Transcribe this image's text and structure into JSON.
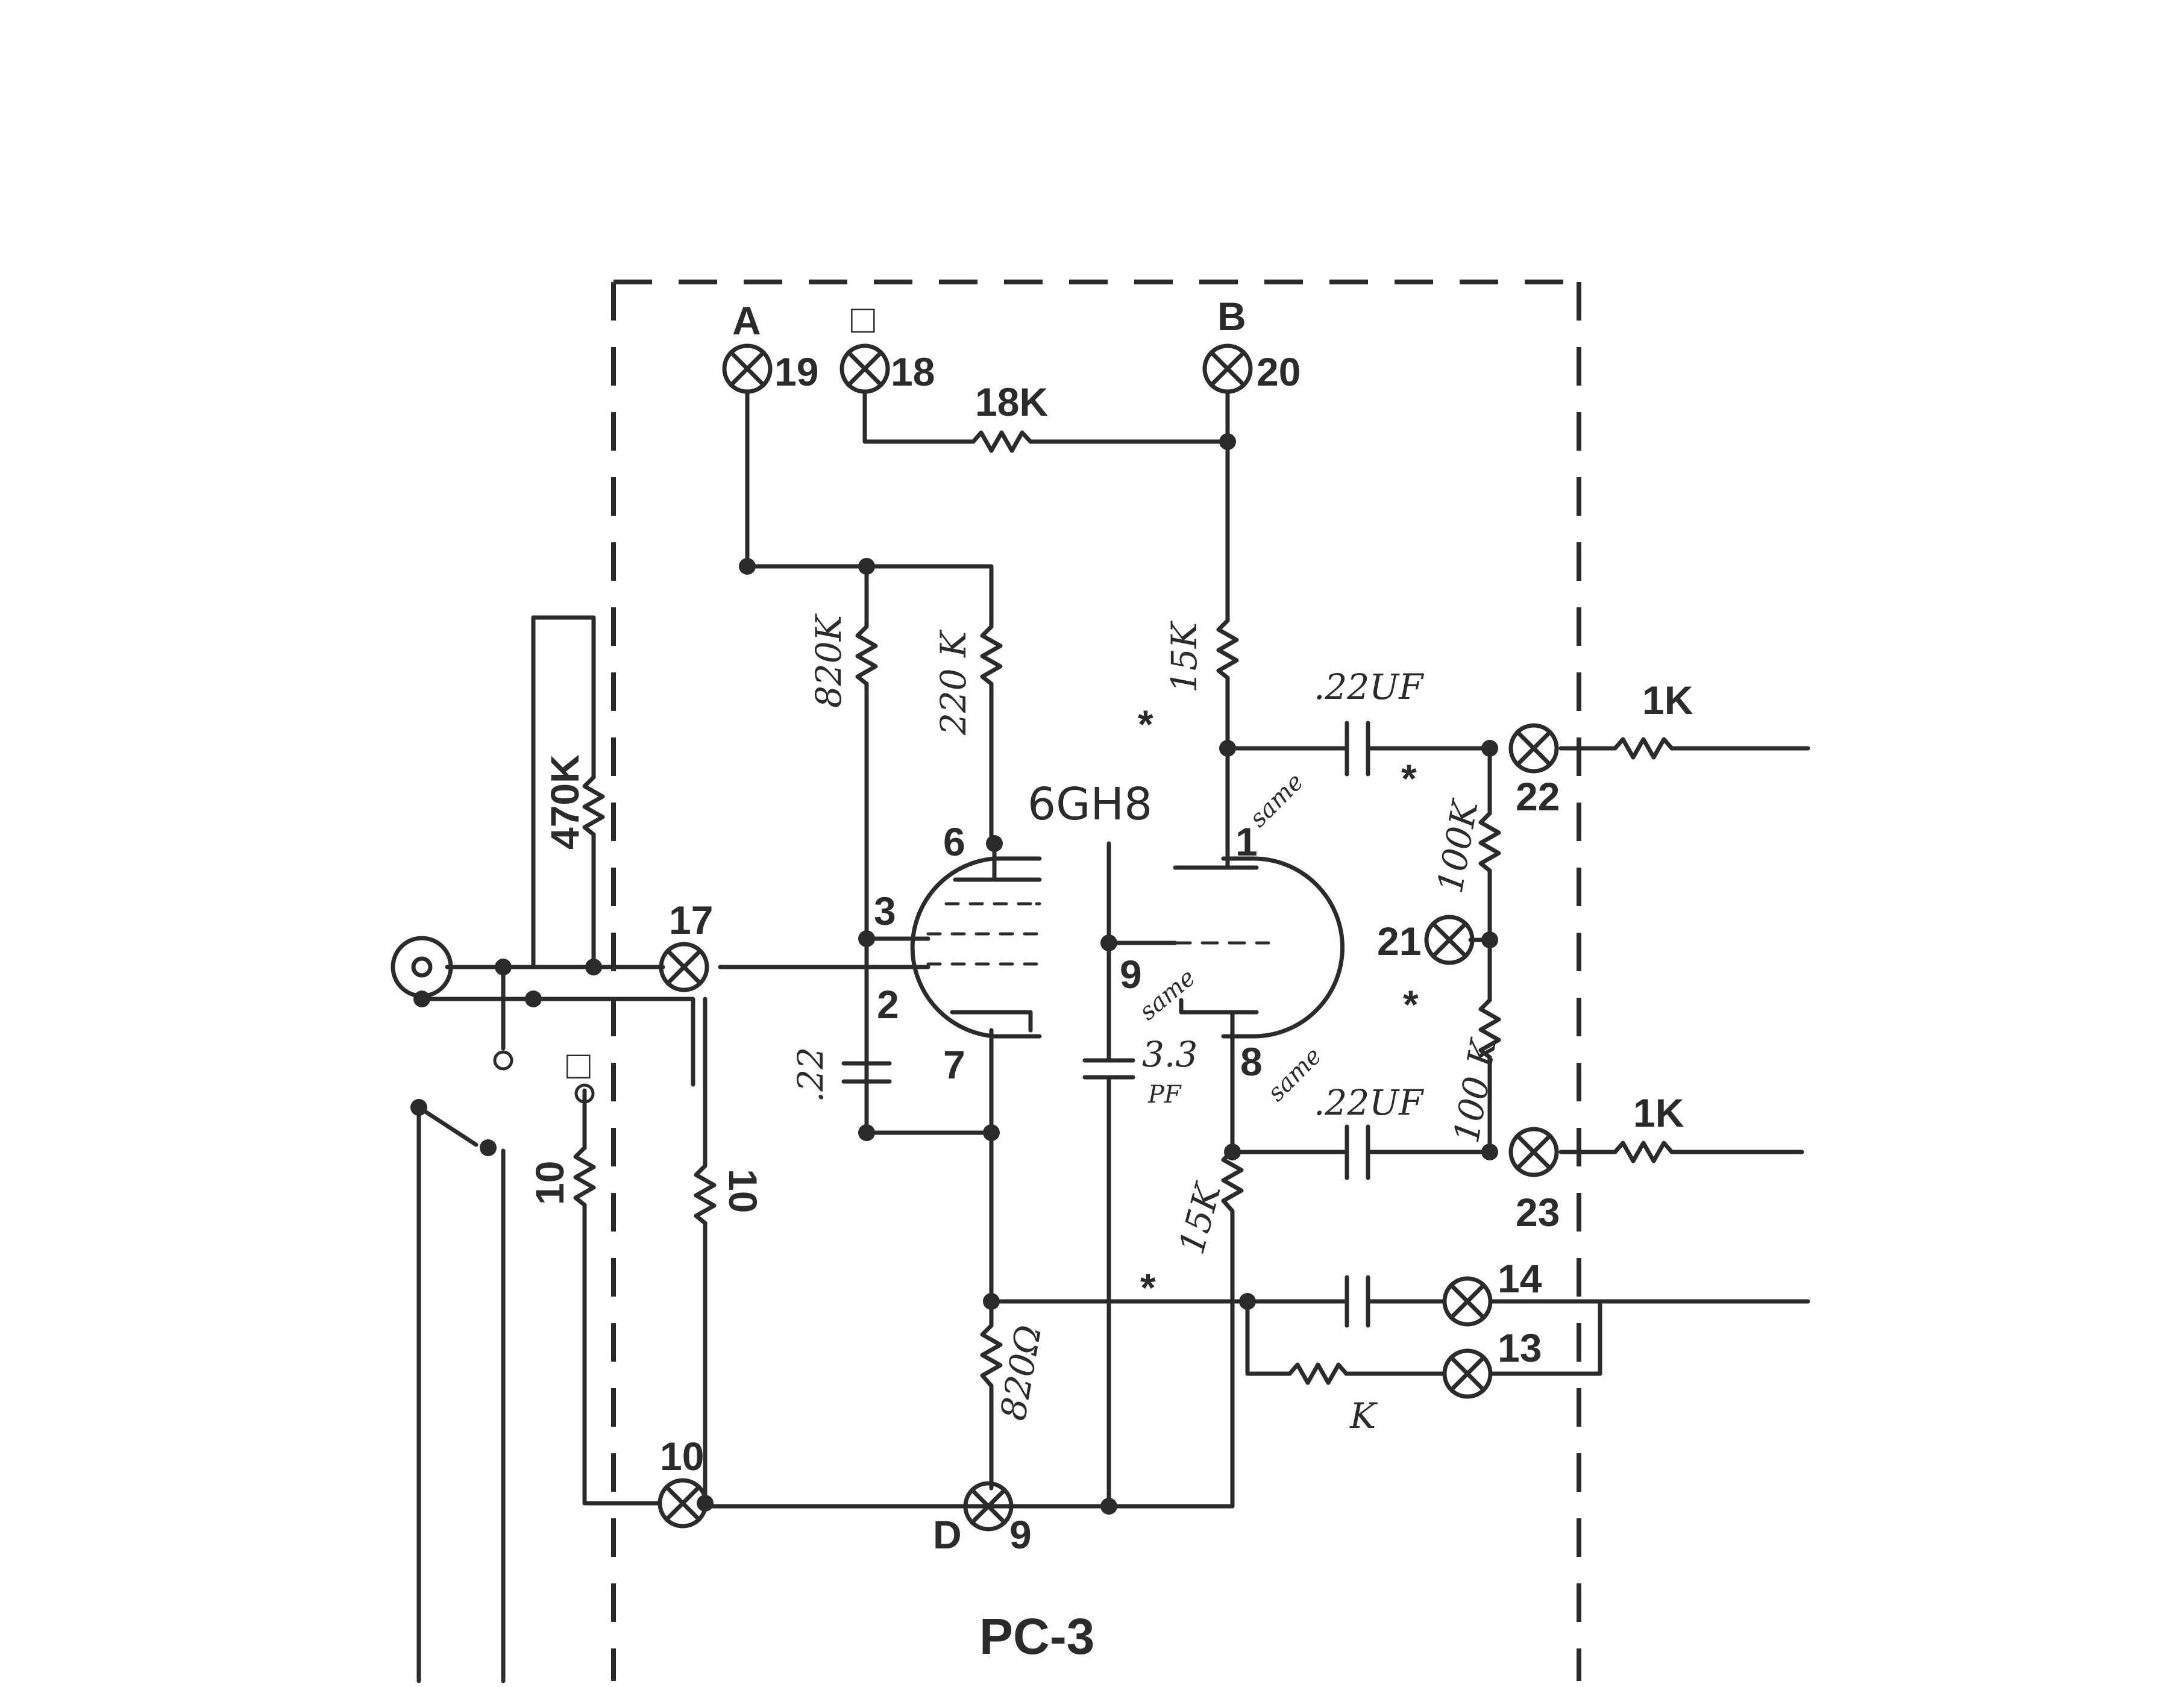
{
  "board": {
    "name": "PC-3"
  },
  "tube": {
    "type": "6GH8",
    "pins": [
      "6",
      "3",
      "2",
      "7",
      "9",
      "1",
      "8"
    ]
  },
  "terminals": [
    {
      "id": "t19",
      "number": "19",
      "letter": "A"
    },
    {
      "id": "t18",
      "number": "18",
      "letter": "□"
    },
    {
      "id": "t20",
      "number": "20",
      "letter": "B"
    },
    {
      "id": "t17",
      "number": "17",
      "letter": ""
    },
    {
      "id": "t22",
      "number": "22",
      "letter": ""
    },
    {
      "id": "t21",
      "number": "21",
      "letter": ""
    },
    {
      "id": "t23",
      "number": "23",
      "letter": ""
    },
    {
      "id": "t14",
      "number": "14",
      "letter": ""
    },
    {
      "id": "t13",
      "number": "13",
      "letter": ""
    },
    {
      "id": "t10",
      "number": "10",
      "letter": ""
    },
    {
      "id": "t9",
      "number": "9",
      "letter": "D"
    }
  ],
  "resistors": {
    "r18k": "18K",
    "r470k": "470K",
    "r820k": "820K",
    "r220k": "220 K",
    "r15k_top": "15K",
    "r15k_bot": "15K",
    "r100k_top": "100K",
    "r100k_bot": "100 K",
    "r1k_top": "1K",
    "r1k_bot": "1K",
    "r10_left": "10",
    "r10_right": "10",
    "r820ohm": "820Ω",
    "r_k": "K"
  },
  "capacitors": {
    "c022_top": ".22UF",
    "c022_bot": ".22UF",
    "c022_left": ".22",
    "c33": "3.3",
    "c33_unit": "PF"
  },
  "annotations": {
    "same_1": "same",
    "same_9": "same",
    "same_8": "same",
    "asterisk": "*",
    "switch_box": "□"
  }
}
